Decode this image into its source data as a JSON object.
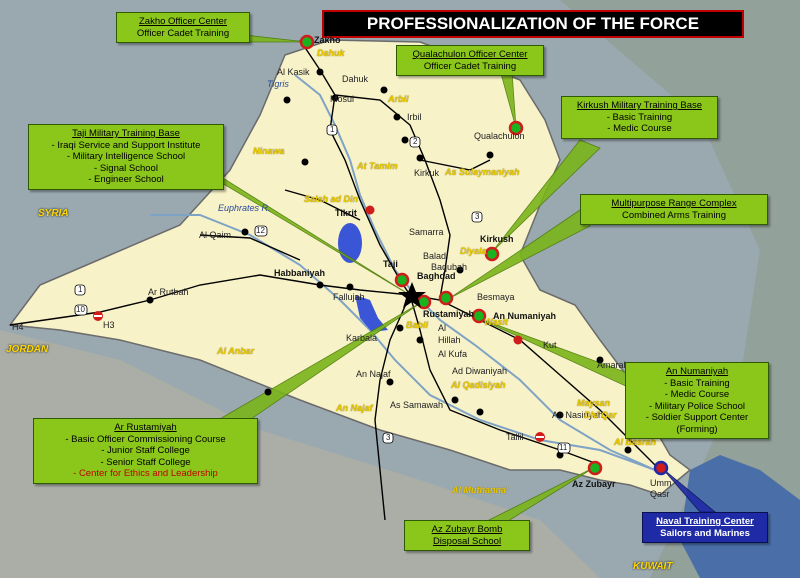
{
  "title": "PROFESSIONALIZATION OF THE FORCE",
  "colors": {
    "map_background": "#9aa8b0",
    "iraq_fill": "#f7f2c8",
    "callout_green": "#8bc61a",
    "naval_blue": "#1f2aa6",
    "road": "#000000",
    "marker_red": "#d11c1c",
    "marker_green": "#19b31e",
    "water": "#3a55d6",
    "title_border": "#c00000"
  },
  "callouts": {
    "zakho": {
      "title": "Zakho Officer Center",
      "lines": [
        "Officer Cadet Training"
      ]
    },
    "qualachulon": {
      "title": "Qualachulon Officer Center",
      "lines": [
        "Officer Cadet Training"
      ]
    },
    "kirkush": {
      "title": "Kirkush Military Training Base",
      "lines": [
        "- Basic Training",
        "- Medic Course"
      ]
    },
    "taji": {
      "title": "Taji Military Training Base",
      "lines": [
        "- Iraqi Service and Support Institute",
        "- Military Intelligence School",
        "- Signal  School",
        "- Engineer School"
      ]
    },
    "multipurpose": {
      "title": "Multipurpose Range Complex",
      "lines": [
        "Combined Arms Training"
      ]
    },
    "an_numaniyah": {
      "title": "An Numaniyah",
      "lines": [
        "- Basic Training",
        "- Medic Course",
        "- Military Police School",
        "- Soldier Support Center",
        "(Forming)"
      ]
    },
    "ar_rustamiyah": {
      "title": "Ar Rustamiyah",
      "lines": [
        "- Basic Officer Commissioning Course",
        "- Junior Staff College",
        "- Senior Staff College"
      ],
      "highlight_line": "- Center for Ethics and Leadership"
    },
    "az_zubayr": {
      "title": "Az Zubayr Bomb",
      "title2": "Disposal School"
    },
    "naval": {
      "title": "Naval Training Center",
      "lines": [
        "Sailors and Marines"
      ]
    }
  },
  "labels": {
    "zakho": "Zakho",
    "dahuk_prov": "Dahuk",
    "dahuk_city": "Dahuk",
    "al_kasik": "Al Kasik",
    "tigris": "Tigris",
    "mosul": "Mosul",
    "arbil_prov": "Arbil",
    "irbil": "Irbil",
    "ninawa": "Ninawa",
    "at_tamim": "At Tamim",
    "qualachulon": "Qualachulon",
    "kirkuk": "Kirkuk",
    "as_sulaymaniyah": "As Sulaymaniyah",
    "salah_ad_din": "Salah ad Din",
    "tikrit": "Tikrit",
    "syria": "SYRIA",
    "euphrates": "Euphrates R.",
    "al_qaim": "Al Qaim",
    "samarra": "Samarra",
    "kirkush": "Kirkush",
    "diyala": "Diyala",
    "balad": "Balad",
    "baqubah": "Baqubah",
    "taji": "Taji",
    "baghdad": "Baghdad",
    "habbaniyah": "Habbaniyah",
    "ar_rutbah": "Ar Rutbah",
    "fallujah": "Fallujah",
    "besmaya": "Besmaya",
    "rustamiyah": "Rustamiyah",
    "wasit": "Wasit",
    "an_numaniyah": "An Numaniyah",
    "h3": "H3",
    "h4": "H4",
    "jordan": "JORDAN",
    "babil": "Babil",
    "al_hillah_1": "Al",
    "al_hillah_2": "Hillah",
    "karbala": "Karbala",
    "al_kut": "Kut",
    "al_anbar": "Al Anbar",
    "al_kufa": "Al Kufa",
    "al_amarah": "Amarah",
    "ad_diwaniyah": "Ad Diwaniyah",
    "an_najaf_city": "An Najaf",
    "al_qadisiyah": "Al Qadisiyah",
    "an_najaf_prov": "An Najaf",
    "as_samawah": "As Samawah",
    "maysan": "Maysan",
    "an_nasiriyah": "An Nasiriyah",
    "dhi_qar": "Dhi Qar",
    "tallil": "Tallil",
    "al_basrah": "Al Basrah",
    "al_muthanna": "Al Muthanna'",
    "az_zubayr": "Az Zubayr",
    "umm_qasr_1": "Umm",
    "umm_qasr_2": "Qasr",
    "kuwait": "KUWAIT",
    "hw_1": "1",
    "hw_2": "2",
    "hw_3": "3",
    "hw_10": "10",
    "hw_11": "11",
    "hw_12": "12"
  }
}
